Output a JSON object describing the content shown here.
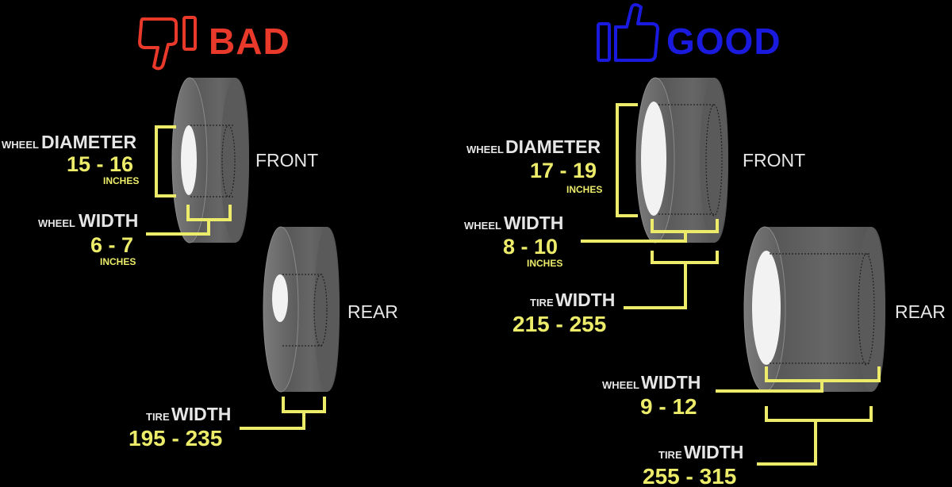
{
  "bad": {
    "title": "BAD",
    "icon": "thumbs-down-icon",
    "color": "#e8392a",
    "front_label": "FRONT",
    "rear_label": "REAR",
    "wheel_diameter": {
      "prefix": "WHEEL",
      "label": "DIAMETER",
      "value": "15 - 16",
      "unit": "INCHES"
    },
    "wheel_width": {
      "prefix": "WHEEL",
      "label": "WIDTH",
      "value": "6 - 7",
      "unit": "INCHES"
    },
    "tire_width": {
      "prefix": "TIRE",
      "label": "WIDTH",
      "value": "195 - 235"
    }
  },
  "good": {
    "title": "GOOD",
    "icon": "thumbs-up-icon",
    "color": "#1a1adf",
    "front_label": "FRONT",
    "rear_label": "REAR",
    "wheel_diameter": {
      "prefix": "WHEEL",
      "label": "DIAMETER",
      "value": "17 - 19",
      "unit": "INCHES"
    },
    "wheel_width_front": {
      "prefix": "WHEEL",
      "label": "WIDTH",
      "value": "8 - 10",
      "unit": "INCHES"
    },
    "tire_width_front": {
      "prefix": "TIRE",
      "label": "WIDTH",
      "value": "215 - 255"
    },
    "wheel_width_rear": {
      "prefix": "WHEEL",
      "label": "WIDTH",
      "value": "9 - 12"
    },
    "tire_width_rear": {
      "prefix": "TIRE",
      "label": "WIDTH",
      "value": "255 - 315"
    }
  },
  "colors": {
    "background": "#000000",
    "label_text": "#e6e6e6",
    "value_text": "#ecec6a",
    "bracket": "#ecec6a",
    "tire_face": "#6f6f6f",
    "tire_tread": "#5e5e5e",
    "tire_edge": "#8a8a8a",
    "rim": "#f2f2f2"
  }
}
